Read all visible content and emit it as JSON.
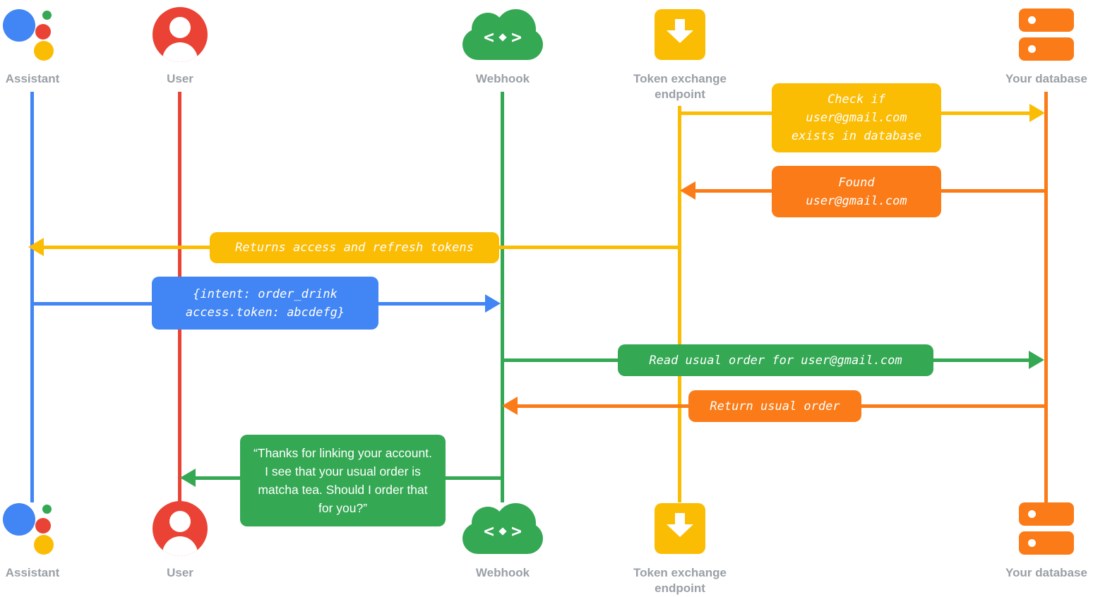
{
  "colors": {
    "blue": "#4285F4",
    "red": "#EA4335",
    "green": "#34A853",
    "yellow": "#FBBC04",
    "orange": "#FA7B17",
    "gray": "#9AA0A6"
  },
  "glyphs": {
    "webhook_left": "<",
    "webhook_right": ">"
  },
  "actors": {
    "assistant": {
      "label": "Assistant",
      "icon": "google-assistant-logo"
    },
    "user": {
      "label": "User",
      "icon": "user-avatar-icon"
    },
    "webhook": {
      "label": "Webhook",
      "icon": "cloud-code-icon"
    },
    "token_endpoint": {
      "line1": "Token exchange",
      "line2": "endpoint",
      "icon": "inbox-download-icon"
    },
    "database": {
      "label": "Your database",
      "icon": "database-icon"
    }
  },
  "messages": {
    "check_exists": {
      "from": "token_endpoint",
      "to": "database",
      "line1": "Check if",
      "line2": "user@gmail.com",
      "line3": "exists in database"
    },
    "found_user": {
      "from": "database",
      "to": "token_endpoint",
      "line1": "Found",
      "line2": "user@gmail.com"
    },
    "returns_tokens": {
      "from": "token_endpoint",
      "to": "assistant",
      "text": "Returns access and refresh tokens"
    },
    "intent": {
      "from": "assistant",
      "to": "webhook",
      "line1": "{intent: order_drink",
      "line2": "access.token: abcdefg}"
    },
    "read_order": {
      "from": "webhook",
      "to": "database",
      "text": "Read usual order for user@gmail.com"
    },
    "return_order": {
      "from": "database",
      "to": "webhook",
      "text": "Return usual order"
    },
    "reply": {
      "from": "webhook",
      "to": "user",
      "text": "“Thanks for linking your account. I see that your usual order is matcha tea. Should I order that for you?”"
    }
  }
}
